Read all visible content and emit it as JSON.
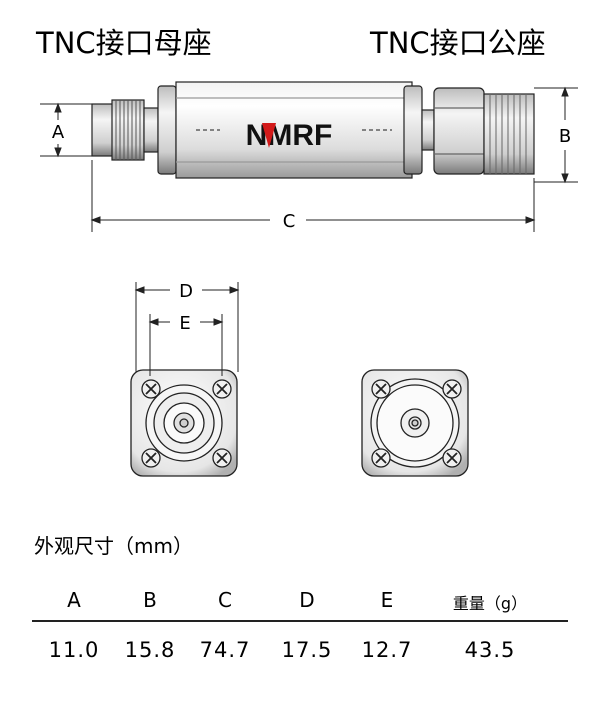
{
  "titles": {
    "left": "TNC接口母座",
    "right": "TNC接口公座"
  },
  "logo_text": "NMRF",
  "dimension_labels": {
    "A": "A",
    "B": "B",
    "C": "C",
    "D": "D",
    "E": "E"
  },
  "section_title": "外观尺寸（mm）",
  "table": {
    "headers": [
      "A",
      "B",
      "C",
      "D",
      "E",
      "重量（g）"
    ],
    "values": [
      "11.0",
      "15.8",
      "74.7",
      "17.5",
      "12.7",
      "43.5"
    ]
  }
}
